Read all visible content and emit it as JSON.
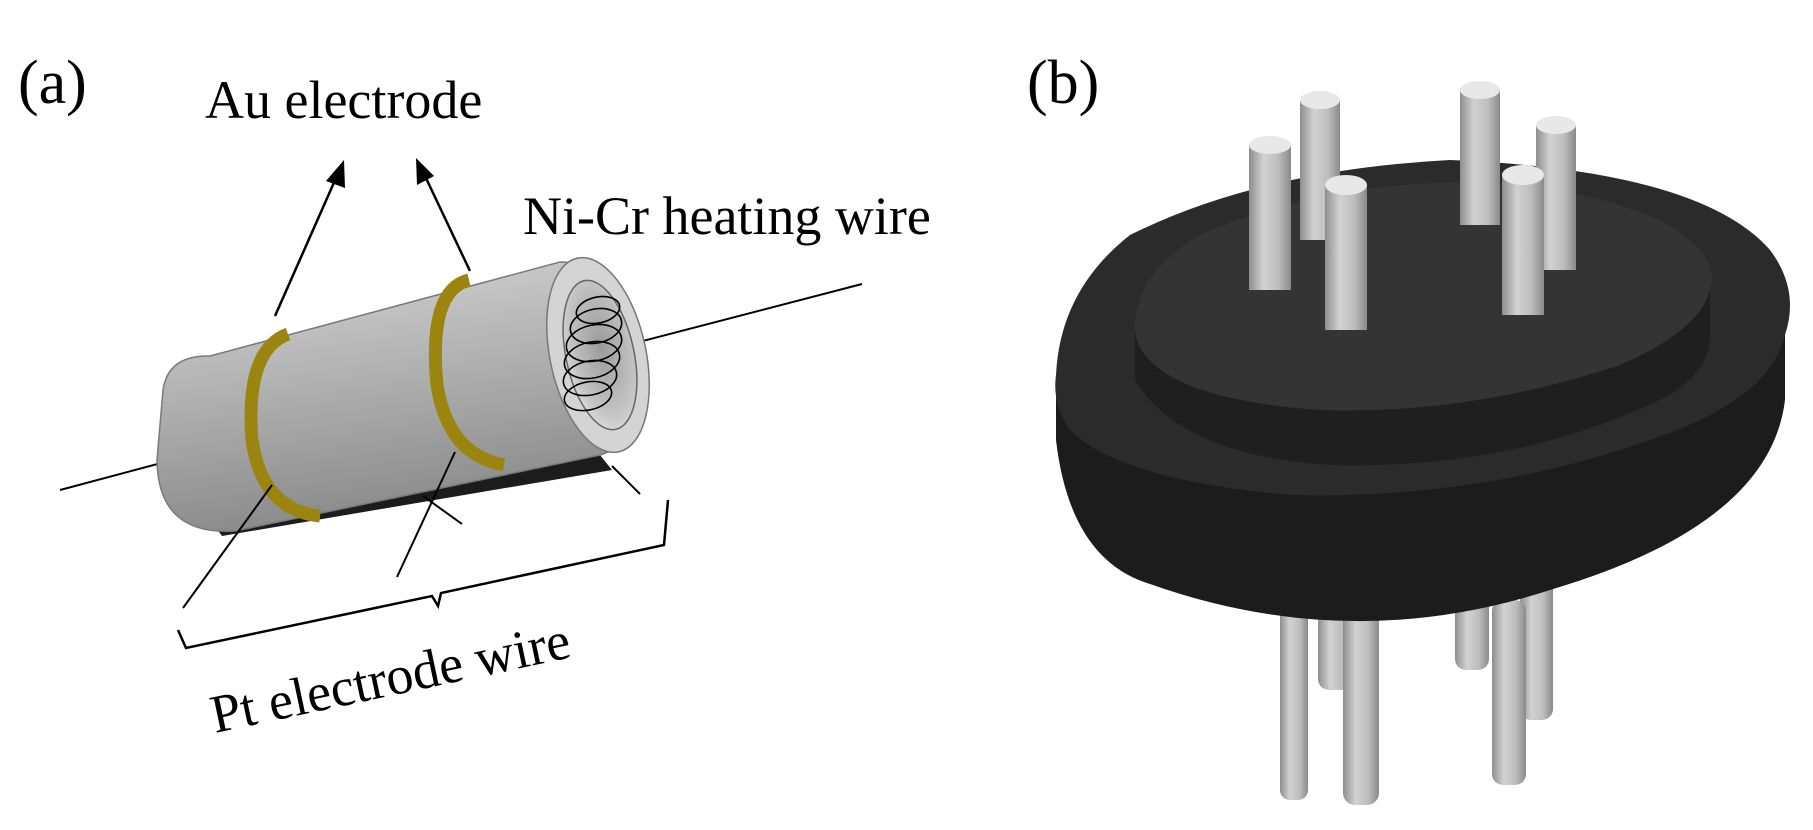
{
  "panel_a": {
    "label": "(a)",
    "au_electrode": "Au electrode",
    "ni_cr_wire": "Ni-Cr heating wire",
    "pt_electrode_wire": "Pt electrode wire"
  },
  "panel_b": {
    "label": "(b)"
  },
  "colors": {
    "tube_body": "#a8a8a8",
    "tube_light": "#c9c9c9",
    "tube_shadow": "#2a2a2a",
    "gold_band": "#a08a10",
    "base_dark": "#1e1e1e",
    "base_mid": "#2c2c2c",
    "pin": "#bdbdbd",
    "pin_top": "#e6e6e6"
  }
}
